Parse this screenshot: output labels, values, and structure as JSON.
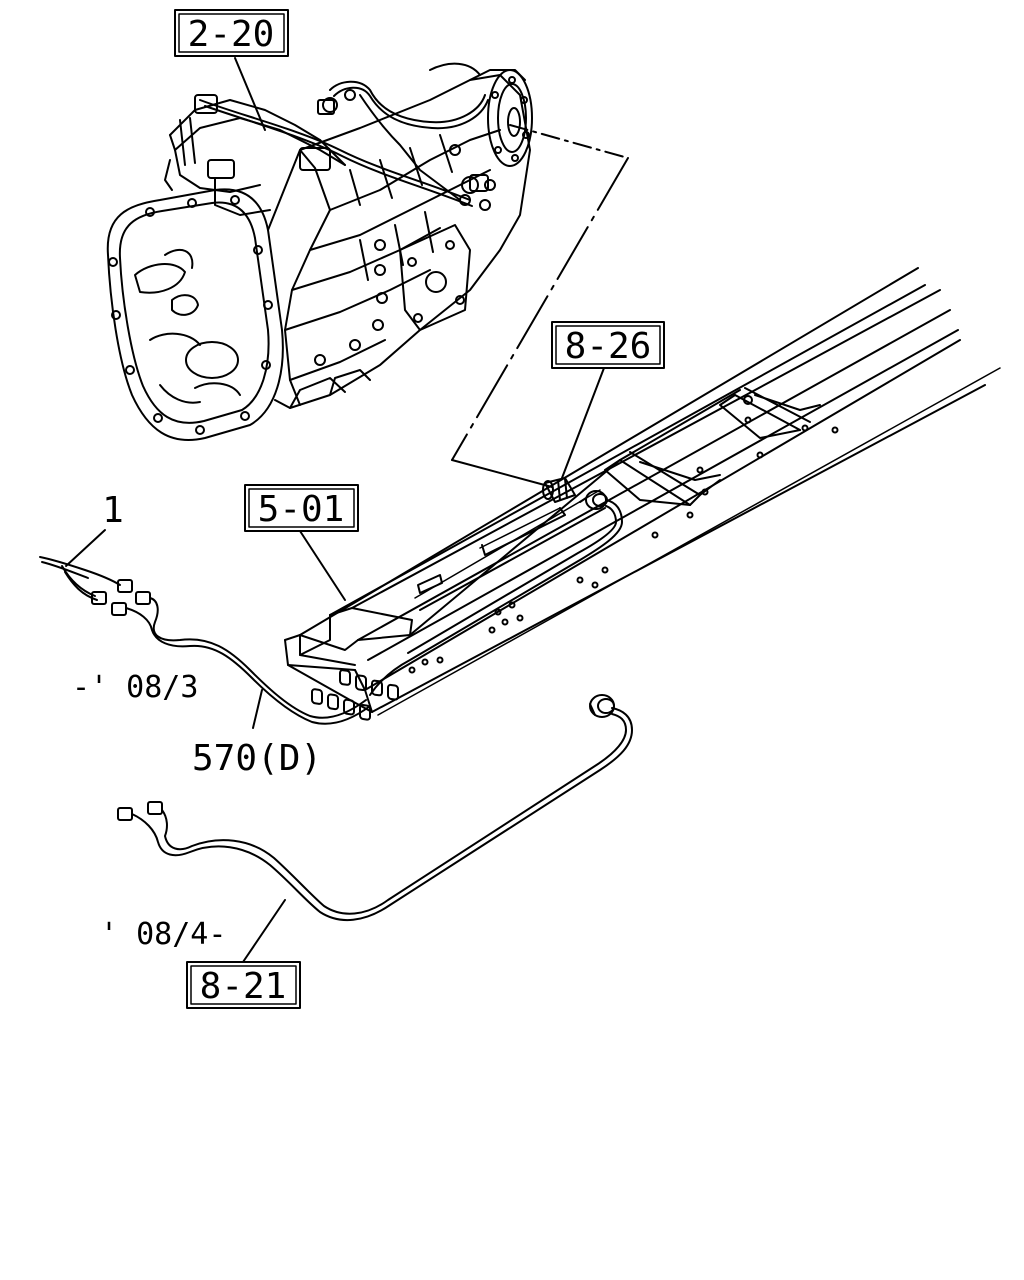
{
  "refs": {
    "transmission": "2-20",
    "sensor": "8-26",
    "frame": "5-01",
    "harness_new": "8-21"
  },
  "callouts": {
    "item_1": "1",
    "item_570": "570(D)",
    "range_old": "-' 08/3",
    "range_new": "' 08/4-"
  },
  "colors": {
    "ink": "#000000",
    "paper": "#ffffff"
  }
}
